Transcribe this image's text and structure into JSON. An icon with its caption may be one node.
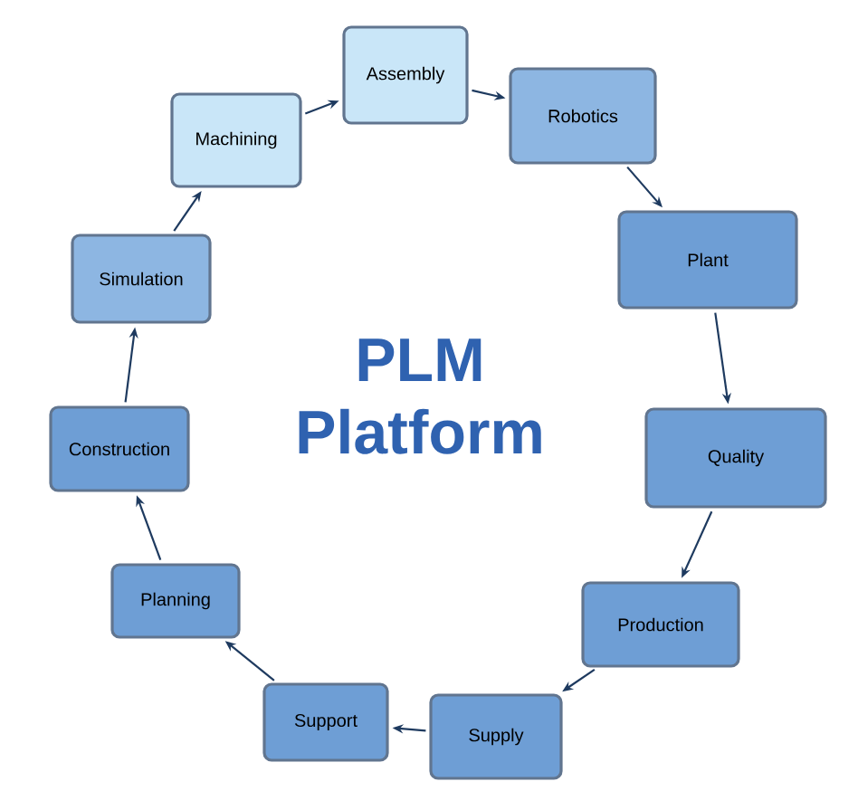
{
  "diagram": {
    "title": "PLM Platform",
    "nodes": [
      {
        "text": [
          "Assembly"
        ]
      },
      {
        "text": [
          "Robotics"
        ]
      },
      {
        "text": [
          "Plant"
        ]
      },
      {
        "text": [
          "Quality"
        ]
      },
      {
        "text": [
          "Production"
        ]
      },
      {
        "text": [
          "Supply"
        ]
      },
      {
        "text": [
          "Support"
        ]
      },
      {
        "text": [
          "Planning"
        ]
      },
      {
        "text": [
          "Construction"
        ]
      },
      {
        "text": [
          "Simulation"
        ]
      },
      {
        "text": [
          "Machining"
        ]
      }
    ],
    "edges": [
      {
        "from": 0,
        "to": 1,
        "arrow": "to"
      },
      {
        "from": 1,
        "to": 2,
        "arrow": "to"
      },
      {
        "from": 2,
        "to": 3,
        "arrow": "to"
      },
      {
        "from": 3,
        "to": 4,
        "arrow": "to"
      },
      {
        "from": 4,
        "to": 5,
        "arrow": "to"
      },
      {
        "from": 5,
        "to": 6,
        "arrow": "to"
      },
      {
        "from": 6,
        "to": 7,
        "arrow": "to"
      },
      {
        "from": 7,
        "to": 8,
        "arrow": "to"
      },
      {
        "from": 8,
        "to": 9,
        "arrow": "to"
      },
      {
        "from": 9,
        "to": 10,
        "arrow": "to"
      },
      {
        "from": 10,
        "to": 0,
        "arrow": "to"
      }
    ]
  }
}
